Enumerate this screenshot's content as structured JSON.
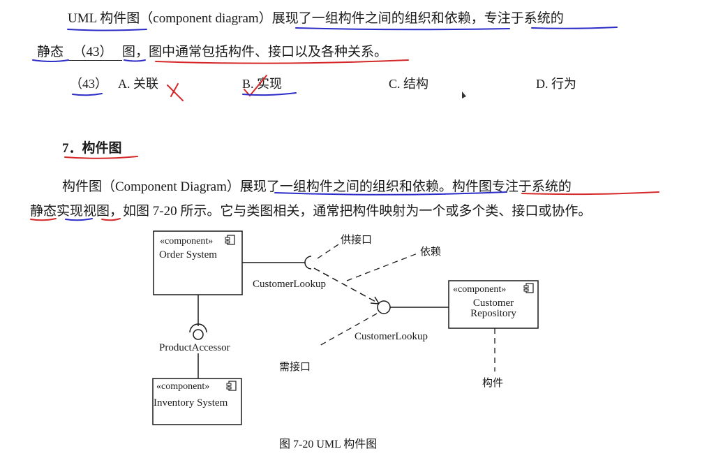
{
  "question": {
    "line1_part1": "UML 构件图（component diagram）",
    "line1_part2": "展现了一组构件之间的组织和依赖，",
    "line1_part3": "专注于系统的",
    "line2_part1": "静态",
    "line2_blank": "（43）",
    "line2_part2": "图，",
    "line2_part3": "图中通常包括构件、接口以及各种关系。",
    "options_num": "（43）",
    "options": [
      "A. 关联",
      "B. 实现",
      "C. 结构",
      "D. 行为"
    ]
  },
  "section": {
    "heading": "7．构件图",
    "para_line1": "构件图（Component Diagram）展现了一组构件之间的组织和依赖。构件图专注于系统的",
    "para_line2": "静态实现视图，如图 7-20 所示。它与类图相关，通常把构件映射为一个或多个类、接口或协作。"
  },
  "diagram": {
    "stereotype": "«component»",
    "order_system": "Order System",
    "inventory_system": "Inventory System",
    "customer_repository_line1": "Customer",
    "customer_repository_line2": "Repository",
    "provided_interface_label": "供接口",
    "dependency_label": "依赖",
    "required_interface_label": "需接口",
    "component_label": "构件",
    "customer_lookup_1": "CustomerLookup",
    "customer_lookup_2": "CustomerLookup",
    "product_accessor": "ProductAccessor",
    "caption": "图 7-20   UML 构件图"
  },
  "colors": {
    "annotation_blue": "#2c2cc8",
    "annotation_red": "#d42828",
    "text": "#1a1a1a"
  }
}
